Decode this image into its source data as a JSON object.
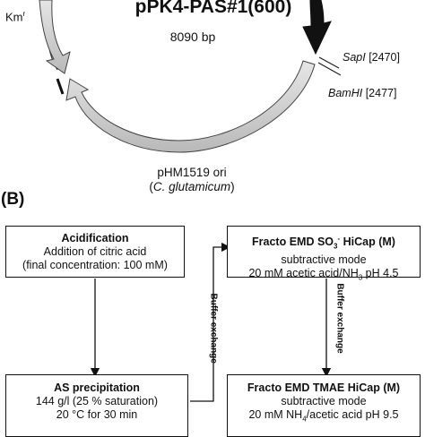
{
  "plasmid": {
    "name": "pPK4-PAS#1(600)",
    "size": "8090 bp",
    "resistance": "Km",
    "resistance_sup": "r",
    "sites": [
      {
        "enzyme": "SapI",
        "position": "[2470]"
      },
      {
        "enzyme": "BamHI",
        "position": "[2477]"
      }
    ],
    "ori_label": "pHM1519 ori",
    "ori_host": "C. glutamicum"
  },
  "panel_b": {
    "label": "(B)",
    "acidification": {
      "title": "Acidification",
      "lines": [
        "Addition of citric acid",
        "(final concentration: 100 mM)"
      ]
    },
    "as_precipitation": {
      "title": "AS precipitation",
      "lines": [
        "144 g/l (25 % saturation)",
        "20 °C for 30 min"
      ]
    },
    "fracto_so3": {
      "title_pre": "Fracto EMD SO",
      "title_sub": "3",
      "title_sup": "-",
      "title_post": " HiCap (M)",
      "line1": "subtractive mode",
      "line2_pre": "20 mM acetic acid/NH",
      "line2_sub": "3",
      "line2_post": " pH 4.5"
    },
    "fracto_tmae": {
      "title": "Fracto EMD TMAE HiCap (M)",
      "line1": "subtractive mode",
      "line2_pre": "20 mM NH",
      "line2_sub": "4",
      "line2_post": "/acetic acid pH 9.5"
    },
    "buffer_exchange_left": "Buffer exchange",
    "buffer_exchange_right": "Buffer exchange"
  }
}
